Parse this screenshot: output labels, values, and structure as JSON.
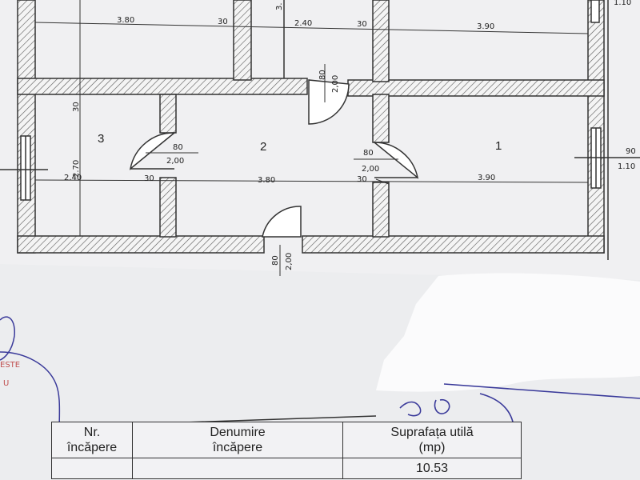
{
  "rooms": {
    "room_1": "1",
    "room_2": "2",
    "room_3": "3"
  },
  "dimensions": {
    "top_width_left": "3.80",
    "top_wall_1": "30",
    "top_cut_partial": "3.",
    "top_width_middle": "2.40",
    "top_wall_2": "30",
    "top_width_right": "3.90",
    "wall_left_vertical": "30",
    "height_left": "2.70",
    "bottom_width_left": "2.40",
    "bottom_wall_1": "30",
    "bottom_width_middle": "3.80",
    "bottom_wall_2": "30",
    "bottom_width_right": "3.90",
    "top_right_corner": "1.10",
    "right_window_width": "90",
    "right_window_height": "1.10"
  },
  "doors": {
    "entry_top": {
      "width": "80",
      "height": "2,00"
    },
    "room3_door": {
      "width": "80",
      "height": "2,00"
    },
    "room1_door": {
      "width": "80",
      "height": "2,00"
    },
    "bottom_door": {
      "width": "80",
      "height": "2,00"
    }
  },
  "handwriting": {
    "left_mark_1": "ESTE",
    "left_mark_2": "U"
  },
  "table": {
    "headers": {
      "nr_line1": "Nr.",
      "nr_line2": "încăpere",
      "name_line1": "Denumire",
      "name_line2": "încăpere",
      "area_line1": "Suprafața utilă",
      "area_line2": "(mp)"
    },
    "first_row": {
      "area": "10.53"
    }
  },
  "colors": {
    "paper": "#ecedef",
    "wall_outline": "#333333",
    "wall_hatch": "#555555",
    "ink_blue": "#3a3a9a",
    "ink_red": "#c05050"
  }
}
